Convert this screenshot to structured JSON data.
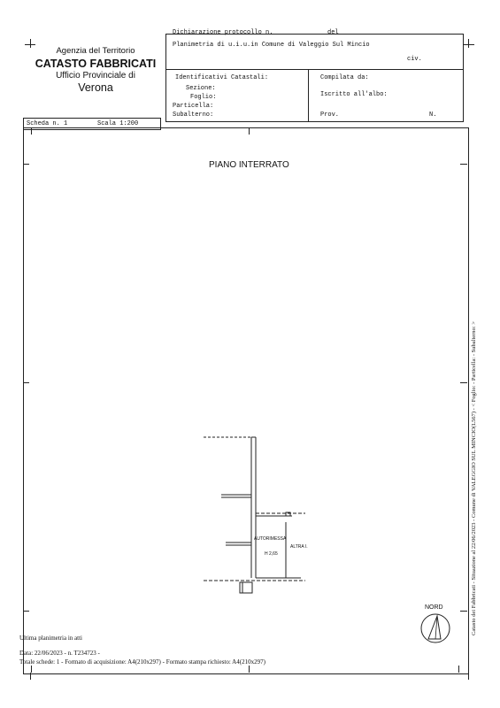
{
  "agency": {
    "line1": "Agenzia del Territorio",
    "line2": "CATASTO FABBRICATI",
    "line3": "Ufficio Provinciale di",
    "city": "Verona"
  },
  "header": {
    "protocol_label": "Dichiarazione protocollo n.",
    "del_label": "del",
    "planimetria": "Planimetria di u.i.u.in Comune di Valeggio Sul Mincio",
    "civ_label": "civ.",
    "identificativi_label": "Identificativi Catastali:",
    "sezione_label": "Sezione:",
    "foglio_label": "Foglio:",
    "particella_label": "Particella:",
    "subalterno_label": "Subalterno:",
    "compilata_label": "Compilata da:",
    "iscritto_label": "Iscritto all'albo:",
    "prov_label": "Prov.",
    "n_label": "N."
  },
  "scheda": {
    "scheda_label": "Scheda n. 1",
    "scala_label": "Scala 1:200"
  },
  "drawing": {
    "floor_title": "PIANO INTERRATO",
    "room_label": "AUTORIMESSA",
    "height_label": "H 2,65",
    "altra_label": "ALTRA I.",
    "nord_label": "NORD"
  },
  "side_text": "Catasto dei Fabbricati - Situazione al 22/06/2023 - Comune di VALEGGIO SUL MINCIO(L567) - < Foglio:  - Particella:  - Subalterno: >",
  "footer": {
    "ultima": "Ultima planimetria in atti",
    "data": "Data: 22/06/2023 - n. T234723 -",
    "totale": "Totale schede: 1 - Formato di acquisizione: A4(210x297) - Formato stampa richiesto: A4(210x297)"
  }
}
